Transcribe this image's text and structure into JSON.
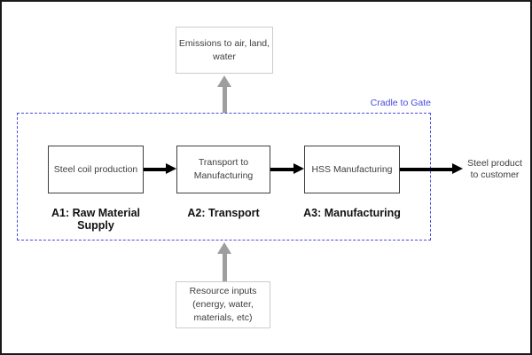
{
  "colors": {
    "frame_black": "#1a1a1a",
    "boundary_blue": "#4a4ae0",
    "arrow_gray": "#9e9e9e",
    "arrow_black": "#000000",
    "process_border": "#404040",
    "io_border": "#cccccc",
    "text_dark": "#3d3d3d",
    "label_black": "#111111"
  },
  "diagram": {
    "boundary_label": "Cradle to Gate",
    "emissions_box": {
      "lines": [
        "Emissions to air, land,",
        "water"
      ]
    },
    "resource_box": {
      "lines": [
        "Resource inputs",
        "(energy, water,",
        "materials, etc)"
      ]
    },
    "process_boxes": [
      {
        "lines": [
          "Steel coil production"
        ]
      },
      {
        "lines": [
          "Transport to",
          "Manufacturing"
        ]
      },
      {
        "lines": [
          "HSS Manufacturing"
        ]
      }
    ],
    "stage_labels": [
      {
        "lines": [
          "A1: Raw Material",
          "Supply"
        ]
      },
      {
        "lines": [
          "A2: Transport"
        ]
      },
      {
        "lines": [
          "A3: Manufacturing"
        ]
      }
    ],
    "output_label": {
      "lines": [
        "Steel product",
        "to customer"
      ]
    }
  }
}
